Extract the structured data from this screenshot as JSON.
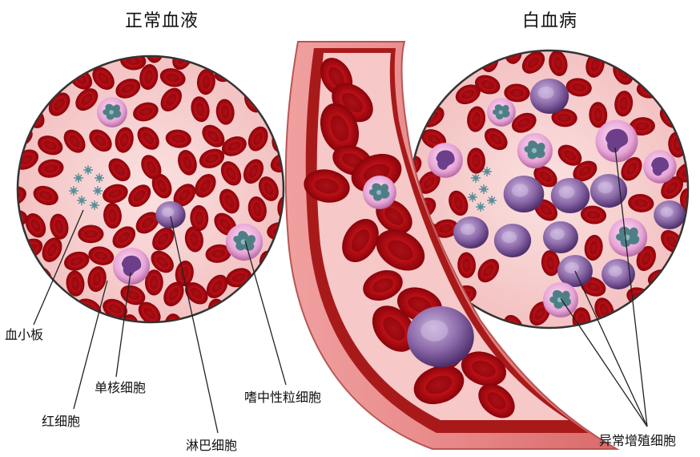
{
  "titles": {
    "normal": "正常血液",
    "leukemia": "白血病"
  },
  "labels": {
    "platelet": "血小板",
    "monocyte": "单核细胞",
    "red_cell": "红细胞",
    "lymphocyte": "淋巴细胞",
    "neutrophil": "嗜中性粒细胞",
    "abnormal": "异常增殖细胞"
  },
  "colors": {
    "plasma": "#f7cccc",
    "red_cell": "#c40f17",
    "red_cell_center": "#e8343a",
    "white_cell": "#e8a6d8",
    "white_nucleus": "#4f7f86",
    "lymph": "#8c6aa6",
    "platelet": "#5a8f99",
    "vessel_outer": "#e07d7d",
    "vessel_inner": "#a31f1f"
  }
}
